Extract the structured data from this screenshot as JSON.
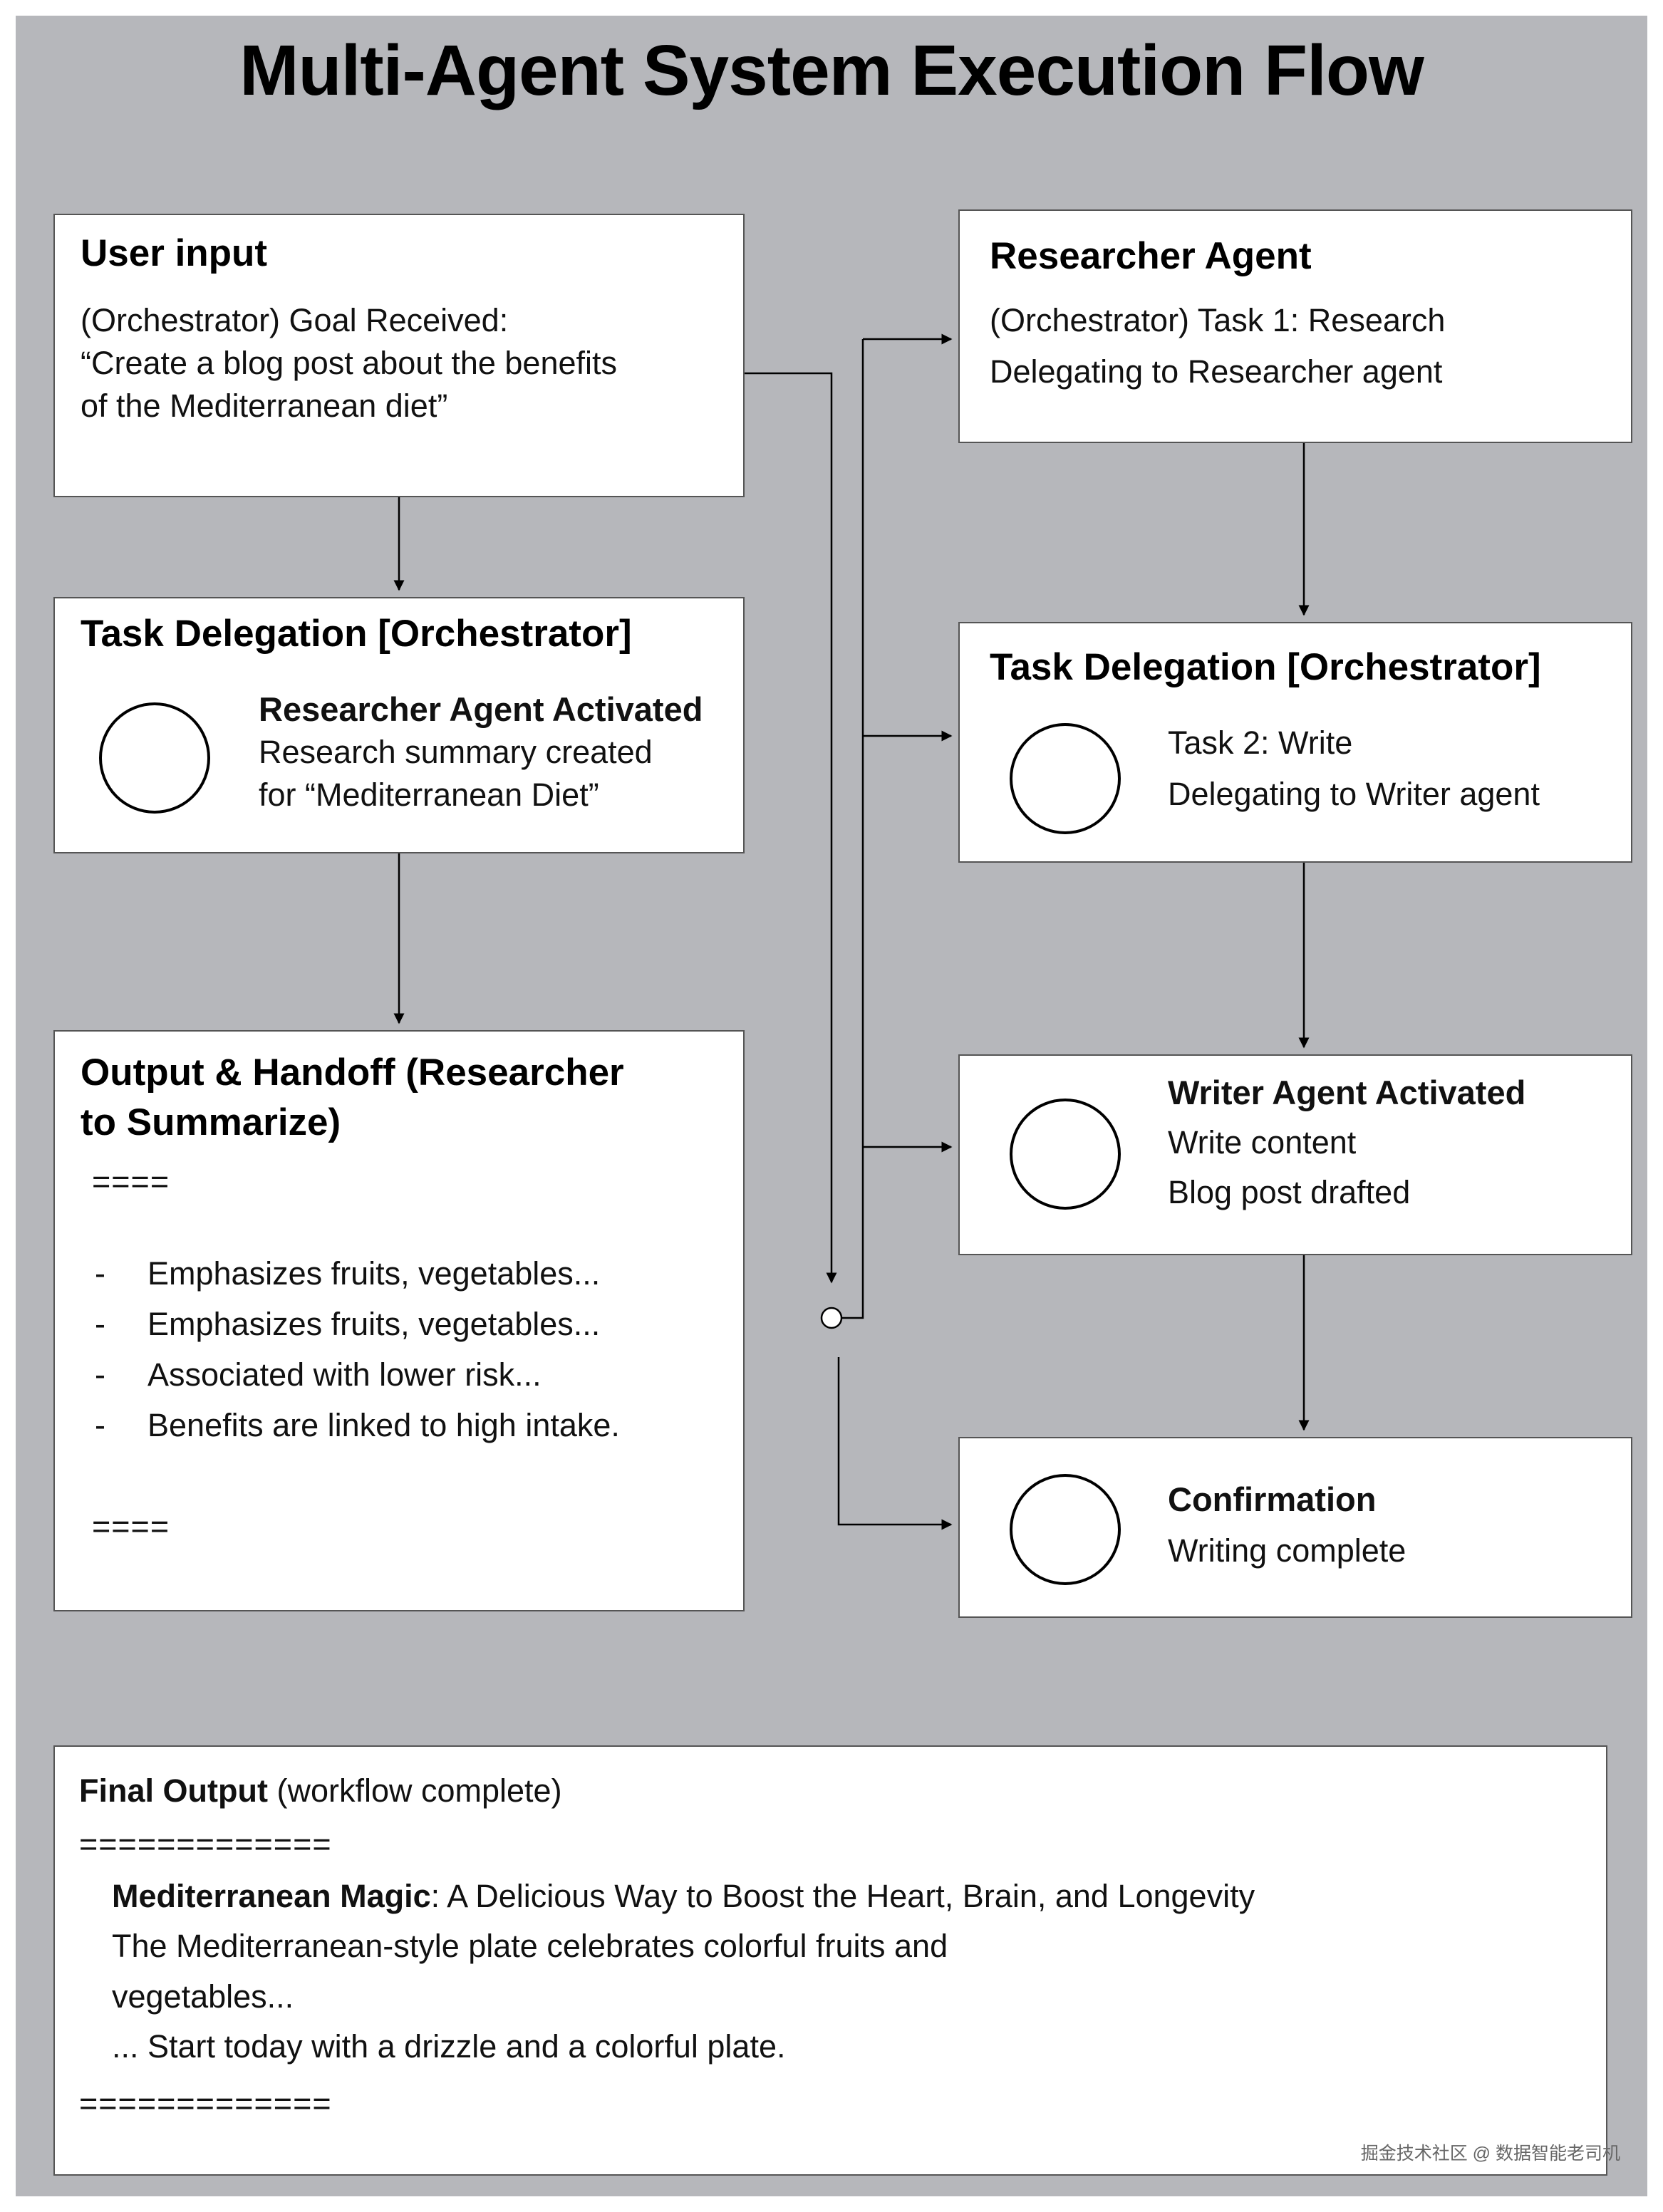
{
  "title": "Multi-Agent System Execution Flow",
  "left_column": {
    "user_input": {
      "heading": "User input",
      "lines": [
        "(Orchestrator) Goal Received:",
        "“Create a blog post about the benefits",
        "of the Mediterranean diet”"
      ]
    },
    "task_delegation": {
      "heading": "Task Delegation [Orchestrator]",
      "status_title": "Researcher Agent Activated",
      "lines": [
        "Research summary created",
        "for “Mediterranean Diet”"
      ]
    },
    "output_handoff": {
      "heading_line1": "Output & Handoff (Researcher",
      "heading_line2": "to Summarize)",
      "divider_top": "====",
      "bullets": [
        "Emphasizes fruits, vegetables...",
        "Emphasizes fruits, vegetables...",
        "Associated with lower risk...",
        "Benefits are linked to high intake."
      ],
      "bullet_marker": "-",
      "divider_bottom": "===="
    }
  },
  "right_column": {
    "researcher_agent": {
      "heading": "Researcher Agent",
      "lines": [
        "(Orchestrator) Task 1: Research",
        "Delegating to Researcher agent"
      ]
    },
    "task_delegation": {
      "heading": "Task Delegation [Orchestrator]",
      "lines": [
        "Task 2: Write",
        "Delegating to Writer agent"
      ]
    },
    "writer_agent": {
      "status_title": "Writer Agent Activated",
      "lines": [
        "Write content",
        "Blog post drafted"
      ]
    },
    "confirmation": {
      "status_title": "Confirmation",
      "lines": [
        "Writing complete"
      ]
    }
  },
  "final_output": {
    "heading": "Final Output",
    "heading_suffix": " (workflow complete)",
    "divider": "=============",
    "article_title": "Mediterranean Magic",
    "article_title_suffix": ": A Delicious Way to Boost the Heart, Brain, and Longevity",
    "lines": [
      "The Mediterranean-style plate celebrates colorful fruits and",
      "vegetables...",
      "... Start today with a drizzle and a colorful plate."
    ]
  },
  "watermark": "掘金技术社区 @ 数据智能老司机",
  "colors": {
    "background": "#b6b7bb",
    "box_fill": "#ffffff",
    "line": "#000000"
  }
}
